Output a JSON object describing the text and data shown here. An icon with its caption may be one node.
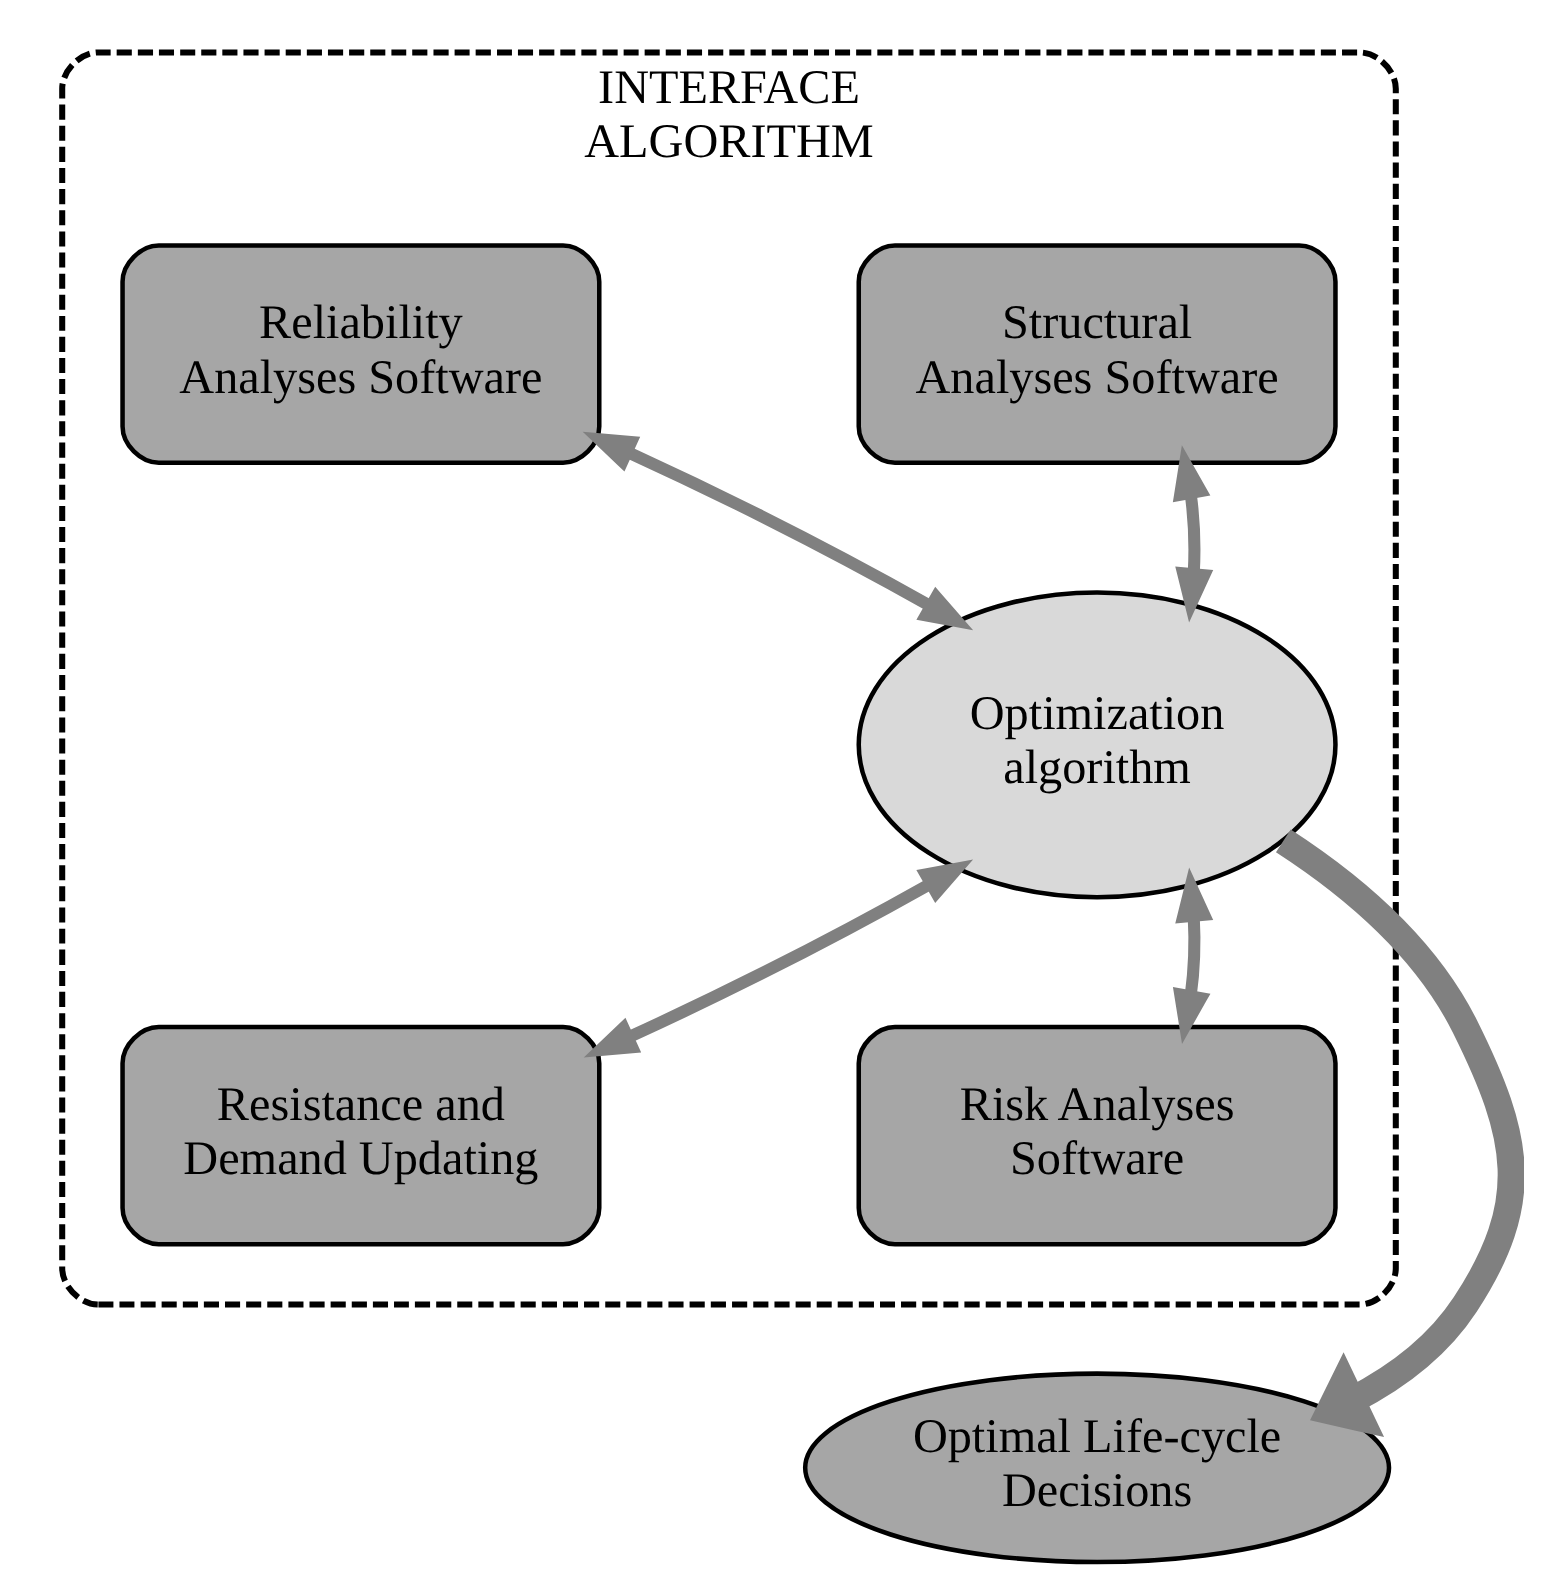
{
  "diagram": {
    "nodes": [
      {
        "text": [
          "INTERFACE ALGORITHM"
        ]
      },
      {
        "text": [
          "Structural Analyses Software"
        ],
        "in": 0
      },
      {
        "text": [
          "Reliability Analyses Software"
        ],
        "in": 0
      },
      {
        "text": [
          "Optimization algorithm"
        ],
        "in": 0
      },
      {
        "text": [
          "Resistance and Demand Updating"
        ],
        "in": 0
      },
      {
        "text": [
          "Risk Analyses Software"
        ],
        "in": 0
      },
      {
        "text": [
          "Optimal Life-cycle Decisions"
        ]
      }
    ],
    "edges": [
      {
        "from": 1,
        "to": 3,
        "arrow": "both"
      },
      {
        "from": 2,
        "to": 3,
        "arrow": "both"
      },
      {
        "from": 4,
        "to": 3,
        "arrow": "both"
      },
      {
        "from": 5,
        "to": 3,
        "arrow": "both"
      },
      {
        "from": 3,
        "to": 6,
        "arrow": "to",
        "style": "thick"
      }
    ]
  }
}
